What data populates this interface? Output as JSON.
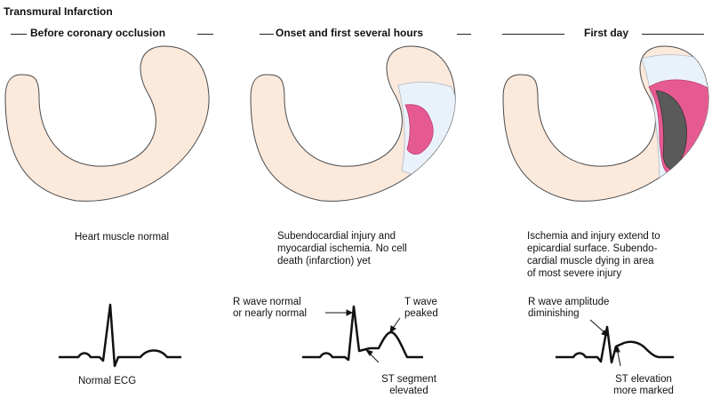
{
  "title": "Transmural Infarction",
  "panels": [
    {
      "stage": "Before coronary occlusion",
      "description": [
        "Heart muscle normal"
      ],
      "ecg_labels": [
        "Normal ECG"
      ]
    },
    {
      "stage": "Onset and first several hours",
      "description": [
        "Subendocardial injury and",
        "myocardial ischemia.  No cell",
        "death (infarction) yet"
      ],
      "ecg_labels": [
        "R wave normal",
        "or nearly normal",
        "T wave",
        "peaked",
        "ST segment",
        "elevated"
      ]
    },
    {
      "stage": "First day",
      "description": [
        "Ischemia and injury extend to",
        "epicardial surface.  Subendo-",
        "cardial muscle dying in area",
        "of most severe injury"
      ],
      "ecg_labels": [
        "R wave amplitude",
        "diminishing",
        "ST elevation",
        "more marked"
      ]
    }
  ],
  "colors": {
    "muscle": "#fbe9dc",
    "muscle_outline": "#4a4a4a",
    "ischemia": "#e9f2fb",
    "injury": "#e65a92",
    "necrosis": "#5a5a5a",
    "ecg_line": "#111111"
  }
}
